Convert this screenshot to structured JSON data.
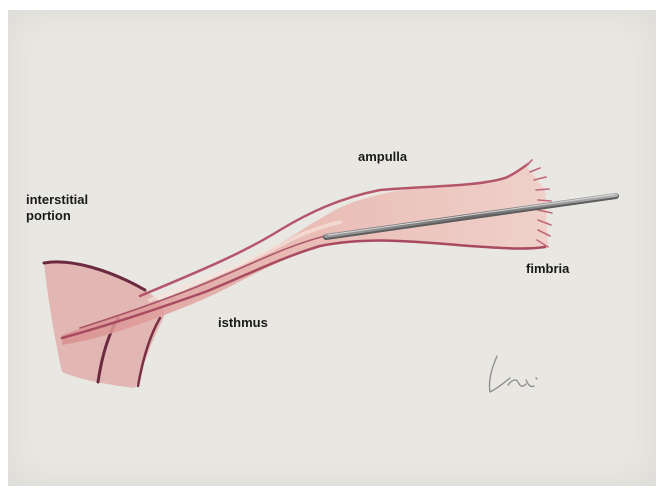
{
  "labels": {
    "interstitial": "interstitial\nportion",
    "ampulla": "ampulla",
    "fimbria": "fimbria",
    "isthmus": "isthmus"
  },
  "colors": {
    "paper": "#e9e7e2",
    "tube_fill": "#e8b8b0",
    "tube_outline": "#7a2f45",
    "instrument": "#8d8d8d"
  }
}
